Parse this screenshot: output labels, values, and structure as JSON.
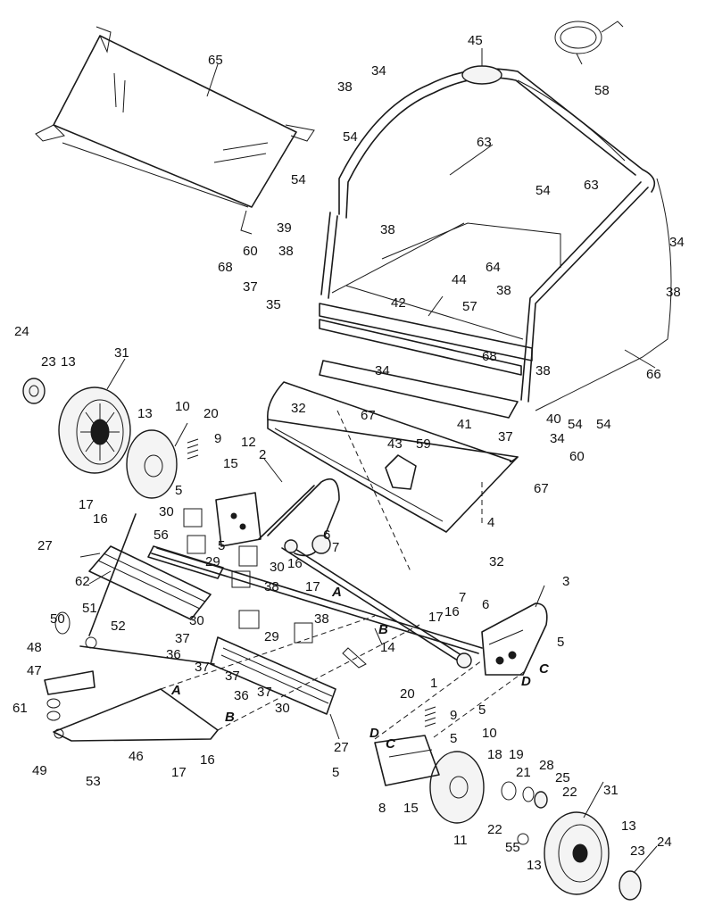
{
  "labels": {
    "l1": "1",
    "l2": "2",
    "l3": "3",
    "l4": "4",
    "l5": "5",
    "l6": "6",
    "l7": "7",
    "l8": "8",
    "l9": "9",
    "l10": "10",
    "l11": "11",
    "l12": "12",
    "l13": "13",
    "l14": "14",
    "l15": "15",
    "l16": "16",
    "l17": "17",
    "l18": "18",
    "l19": "19",
    "l20": "20",
    "l21": "21",
    "l22": "22",
    "l23": "23",
    "l24": "24",
    "l25": "25",
    "l27": "27",
    "l28": "28",
    "l29": "29",
    "l30": "30",
    "l31": "31",
    "l32": "32",
    "l34": "34",
    "l35": "35",
    "l36": "36",
    "l37": "37",
    "l38": "38",
    "l39": "39",
    "l40": "40",
    "l41": "41",
    "l42": "42",
    "l43": "43",
    "l44": "44",
    "l45": "45",
    "l46": "46",
    "l47": "47",
    "l48": "48",
    "l49": "49",
    "l50": "50",
    "l51": "51",
    "l52": "52",
    "l53": "53",
    "l54": "54",
    "l55": "55",
    "l56": "56",
    "l57": "57",
    "l58": "58",
    "l59": "59",
    "l60": "60",
    "l61": "61",
    "l62": "62",
    "l63": "63",
    "l64": "64",
    "l65": "65",
    "l66": "66",
    "l67": "67",
    "l68": "68",
    "A": "A",
    "B": "B",
    "C": "C",
    "D": "D"
  }
}
